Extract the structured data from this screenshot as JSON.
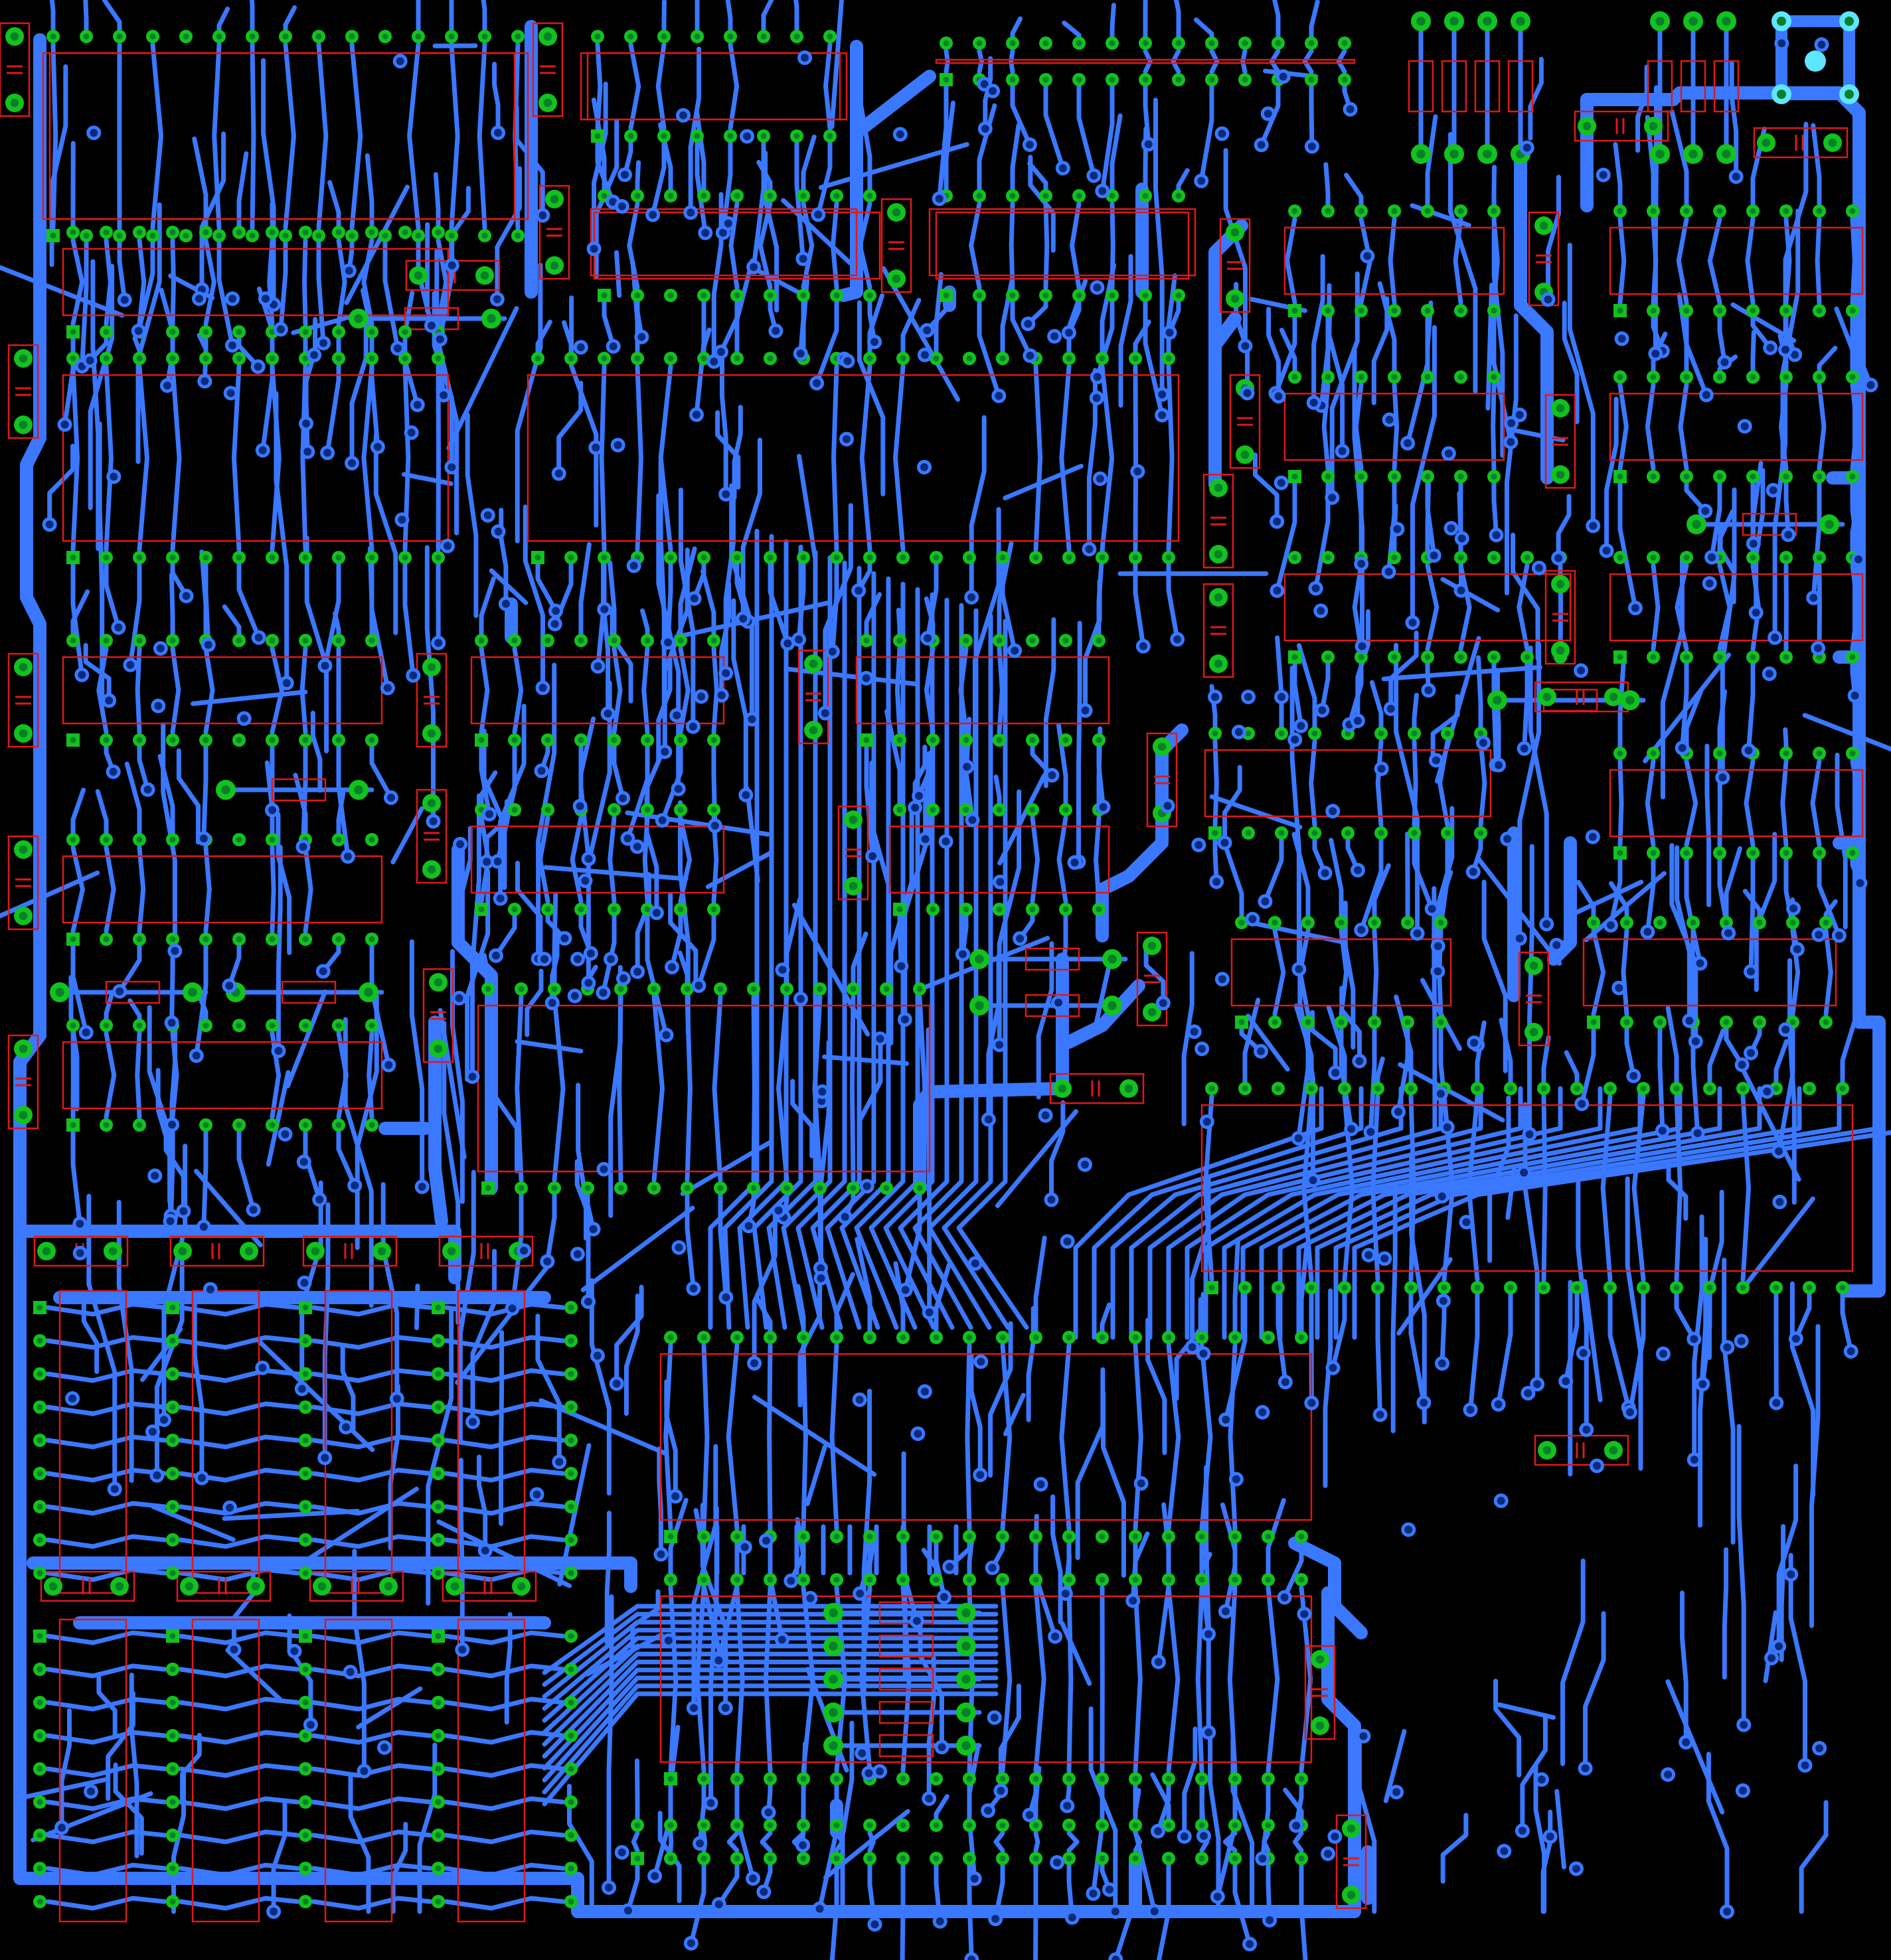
{
  "board": {
    "colors": {
      "background": "#000000",
      "trace": "#3a78ff",
      "component_outline": "#e01818",
      "pad": "#12c21e",
      "via": "#3a78ff",
      "mounting_pad": "#5fe6ff"
    },
    "icons": [
      "ic-footprint",
      "capacitor-footprint",
      "resistor-footprint",
      "via-icon",
      "pad-icon"
    ]
  }
}
